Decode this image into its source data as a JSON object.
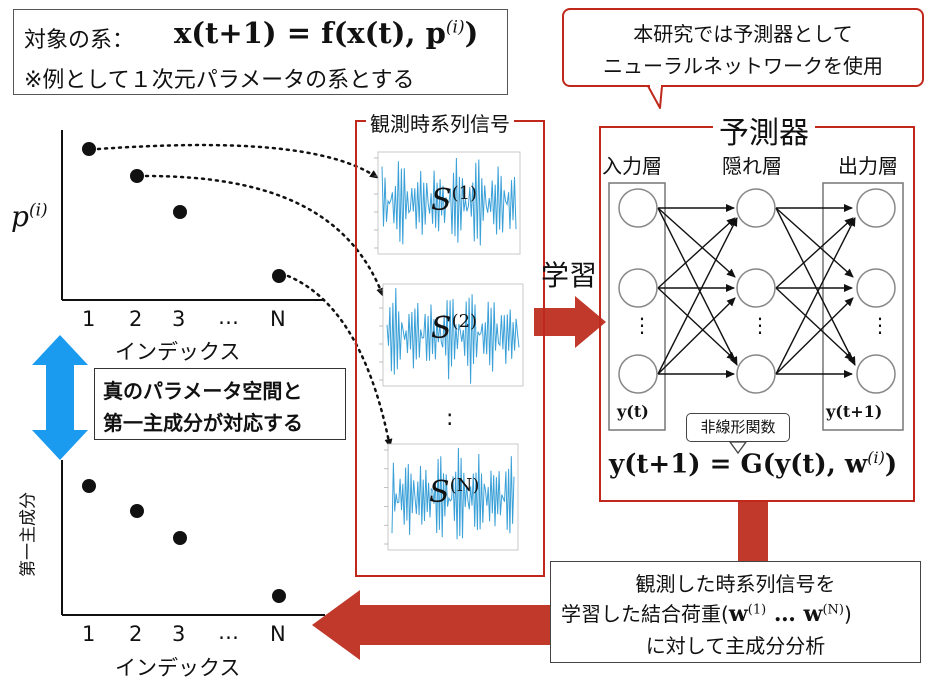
{
  "system_box": {
    "label": "対象の系：",
    "equation": "x(t+1) = f(x(t), p",
    "equation_sup": "(i)",
    "equation_close": ")",
    "note": "※例として１次元パラメータの系とする"
  },
  "callout": {
    "line1": "本研究では予測器として",
    "line2": "ニューラルネットワークを使用"
  },
  "signals": {
    "title": "観測時系列信号",
    "items": [
      {
        "base": "S",
        "sup": "(1)"
      },
      {
        "base": "S",
        "sup": "(2)"
      },
      {
        "base": "S",
        "sup": "(N)"
      }
    ],
    "ellipsis": ":"
  },
  "learning_label": "学習",
  "predictor": {
    "title": "予測器",
    "input_layer": "入力層",
    "hidden_layer": "隠れ層",
    "output_layer": "出力層",
    "input_var": "y(t)",
    "output_var": "y(t+1)",
    "nonlinear_badge": "非線形関数",
    "equation": "y(t+1) = G(y(t), w",
    "equation_sup": "(i)",
    "equation_close": ")",
    "dots": "⋮"
  },
  "top_plot": {
    "ylabel_base": "p",
    "ylabel_sup": "(i)",
    "xticks": [
      "1",
      "2",
      "3",
      "…",
      "N"
    ],
    "xlabel": "インデックス"
  },
  "bottom_plot": {
    "ylabel": "第一主成分",
    "xticks": [
      "1",
      "2",
      "3",
      "…",
      "N"
    ],
    "xlabel": "インデックス"
  },
  "correspondence": {
    "line1": "真のパラメータ空間と",
    "line2": "第一主成分が対応する"
  },
  "analysis_box": {
    "line1": "観測した時系列信号を",
    "line2_pre": "学習した結合荷重(",
    "line2_math": "w",
    "line2_sup1": "(1)",
    "line2_mid": " … w",
    "line2_sup2": "(N)",
    "line2_close": ")",
    "line3": "に対して主成分分析"
  },
  "colors": {
    "accent_red": "#c0281b",
    "arrow_red": "#c0392b",
    "signal_blue": "#3aa0d8",
    "double_arrow_blue": "#1a9bf0"
  }
}
